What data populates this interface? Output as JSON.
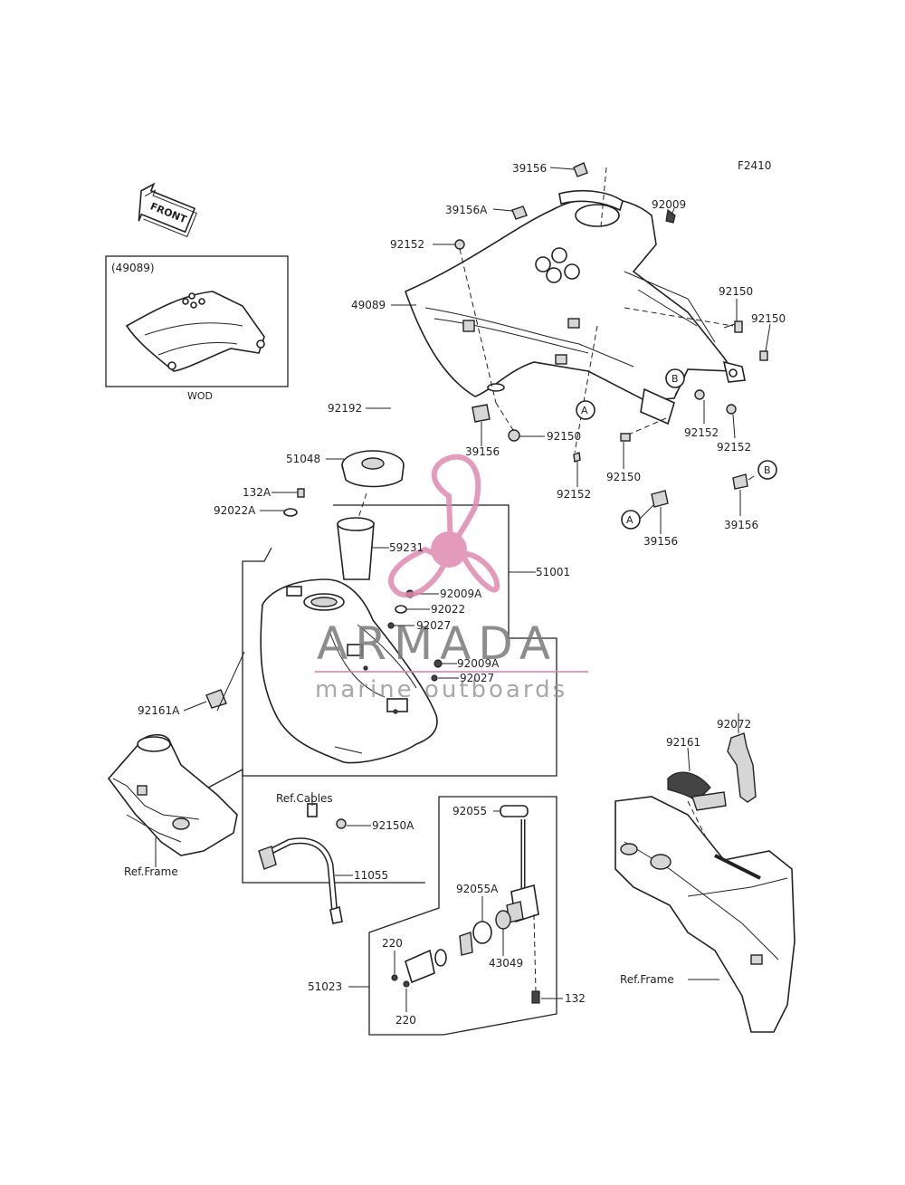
{
  "diagram_code": "F2410",
  "front_label": "FRONT",
  "inset": {
    "ref": "(49089)",
    "caption": "WOD"
  },
  "labels": {
    "p39156_top": "39156",
    "p39156A": "39156A",
    "p92009": "92009",
    "p92152_top": "92152",
    "p49089": "49089",
    "p92150_r1": "92150",
    "p92150_r2": "92150",
    "p92192": "92192",
    "p39156_mid": "39156",
    "p92150_mid": "92150",
    "p92152_r1": "92152",
    "p92152_r2": "92152",
    "p92150_low": "92150",
    "p92152_low": "92152",
    "p51048": "51048",
    "p132A": "132A",
    "p92022A": "92022A",
    "p59231": "59231",
    "p51001": "51001",
    "p92009A_1": "92009A",
    "p92022": "92022",
    "p92027_1": "92027",
    "p92009A_2": "92009A",
    "p92027_2": "92027",
    "p92161A": "92161A",
    "p39156_b": "39156",
    "p39156_a": "39156",
    "p92072": "92072",
    "p92161": "92161",
    "ref_cables": "Ref.Cables",
    "p92150A": "92150A",
    "ref_frame_left": "Ref.Frame",
    "p11055": "11055",
    "p92055": "92055",
    "p92055A": "92055A",
    "p43049": "43049",
    "p220_1": "220",
    "p220_2": "220",
    "p51023": "51023",
    "p132": "132",
    "ref_frame_right": "Ref.Frame"
  },
  "markers": {
    "a1": "A",
    "a2": "A",
    "b1": "B",
    "b2": "B"
  },
  "watermark": {
    "brand": "ARMADA",
    "tagline": "marine outboards",
    "brand_color": "#e08ab0"
  }
}
